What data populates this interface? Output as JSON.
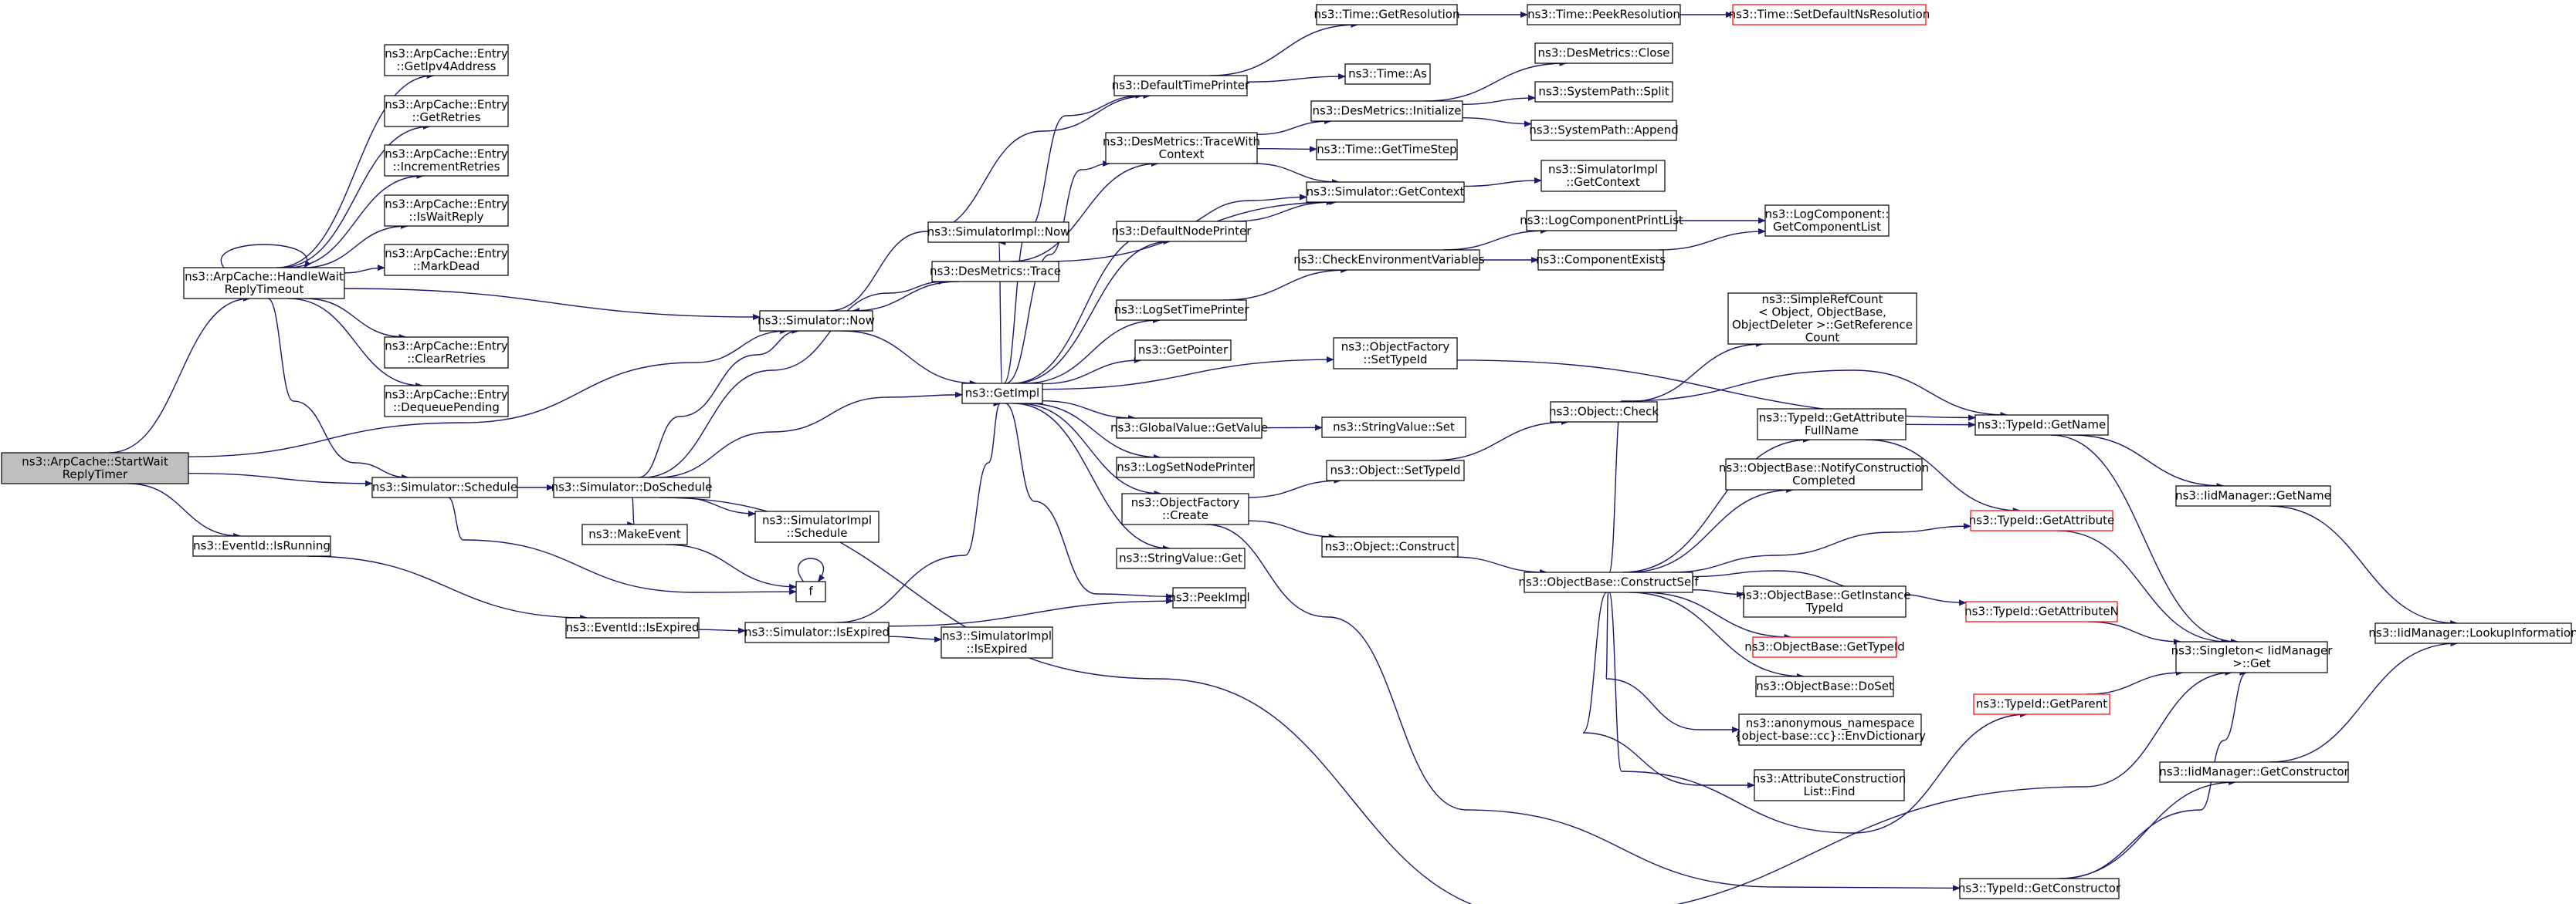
{
  "graph": {
    "colors": {
      "edge": "#191970",
      "node_border": "#000000",
      "node_fill": "#ffffff",
      "root_fill": "#bfbfbf",
      "external_border": "#ff0000"
    },
    "nodes": [
      {
        "id": "n0",
        "lines": [
          "ns3::ArpCache::StartWait",
          "ReplyTimer"
        ],
        "style": "root"
      },
      {
        "id": "n1",
        "lines": [
          "ns3::ArpCache::HandleWait",
          "ReplyTimeout"
        ]
      },
      {
        "id": "n2",
        "lines": [
          "ns3::ArpCache::Entry",
          "::GetIpv4Address"
        ]
      },
      {
        "id": "n3",
        "lines": [
          "ns3::ArpCache::Entry",
          "::GetRetries"
        ]
      },
      {
        "id": "n4",
        "lines": [
          "ns3::ArpCache::Entry",
          "::IncrementRetries"
        ]
      },
      {
        "id": "n5",
        "lines": [
          "ns3::ArpCache::Entry",
          "::IsWaitReply"
        ]
      },
      {
        "id": "n6",
        "lines": [
          "ns3::ArpCache::Entry",
          "::MarkDead"
        ]
      },
      {
        "id": "n7",
        "lines": [
          "ns3::ArpCache::Entry",
          "::ClearRetries"
        ]
      },
      {
        "id": "n8",
        "lines": [
          "ns3::ArpCache::Entry",
          "::DequeuePending"
        ]
      },
      {
        "id": "n9",
        "lines": [
          "ns3::Simulator::Now"
        ]
      },
      {
        "id": "n10",
        "lines": [
          "ns3::Simulator::Schedule"
        ]
      },
      {
        "id": "n11",
        "lines": [
          "ns3::EventId::IsRunning"
        ]
      },
      {
        "id": "n12",
        "lines": [
          "ns3::Simulator::DoSchedule"
        ]
      },
      {
        "id": "n13",
        "lines": [
          "ns3::MakeEvent"
        ]
      },
      {
        "id": "n14",
        "lines": [
          "f"
        ]
      },
      {
        "id": "n15",
        "lines": [
          "ns3::SimulatorImpl",
          "::Schedule"
        ]
      },
      {
        "id": "n16",
        "lines": [
          "ns3::EventId::IsExpired"
        ]
      },
      {
        "id": "n17",
        "lines": [
          "ns3::Simulator::IsExpired"
        ]
      },
      {
        "id": "n18",
        "lines": [
          "ns3::SimulatorImpl",
          "::IsExpired"
        ]
      },
      {
        "id": "n19",
        "lines": [
          "ns3::SimulatorImpl::Now"
        ]
      },
      {
        "id": "n20",
        "lines": [
          "ns3::DesMetrics::Trace"
        ]
      },
      {
        "id": "n21",
        "lines": [
          "ns3::GetImpl"
        ]
      },
      {
        "id": "n22",
        "lines": [
          "ns3::DefaultTimePrinter"
        ]
      },
      {
        "id": "n23",
        "lines": [
          "ns3::DesMetrics::TraceWith",
          "Context"
        ]
      },
      {
        "id": "n24",
        "lines": [
          "ns3::DefaultNodePrinter"
        ]
      },
      {
        "id": "n25",
        "lines": [
          "ns3::LogSetTimePrinter"
        ]
      },
      {
        "id": "n26",
        "lines": [
          "ns3::GetPointer"
        ]
      },
      {
        "id": "n27",
        "lines": [
          "ns3::GlobalValue::GetValue"
        ]
      },
      {
        "id": "n28",
        "lines": [
          "ns3::LogSetNodePrinter"
        ]
      },
      {
        "id": "n29",
        "lines": [
          "ns3::ObjectFactory",
          "::Create"
        ]
      },
      {
        "id": "n30",
        "lines": [
          "ns3::StringValue::Get"
        ]
      },
      {
        "id": "n31",
        "lines": [
          "ns3::PeekImpl"
        ]
      },
      {
        "id": "n32",
        "lines": [
          "ns3::Time::GetResolution"
        ]
      },
      {
        "id": "n33",
        "lines": [
          "ns3::Time::As"
        ]
      },
      {
        "id": "n34",
        "lines": [
          "ns3::DesMetrics::Initialize"
        ]
      },
      {
        "id": "n35",
        "lines": [
          "ns3::Time::GetTimeStep"
        ]
      },
      {
        "id": "n36",
        "lines": [
          "ns3::Simulator::GetContext"
        ]
      },
      {
        "id": "n37",
        "lines": [
          "ns3::CheckEnvironmentVariables"
        ]
      },
      {
        "id": "n38",
        "lines": [
          "ns3::ObjectFactory",
          "::SetTypeId"
        ]
      },
      {
        "id": "n39",
        "lines": [
          "ns3::StringValue::Set"
        ]
      },
      {
        "id": "n40",
        "lines": [
          "ns3::Object::SetTypeId"
        ]
      },
      {
        "id": "n41",
        "lines": [
          "ns3::Object::Construct"
        ]
      },
      {
        "id": "n42",
        "lines": [
          "ns3::Time::PeekResolution"
        ]
      },
      {
        "id": "n43",
        "lines": [
          "ns3::Time::SetDefaultNsResolution"
        ],
        "style": "external"
      },
      {
        "id": "n44",
        "lines": [
          "ns3::DesMetrics::Close"
        ]
      },
      {
        "id": "n45",
        "lines": [
          "ns3::SystemPath::Split"
        ]
      },
      {
        "id": "n46",
        "lines": [
          "ns3::SystemPath::Append"
        ]
      },
      {
        "id": "n47",
        "lines": [
          "ns3::SimulatorImpl",
          "::GetContext"
        ]
      },
      {
        "id": "n48",
        "lines": [
          "ns3::LogComponentPrintList"
        ]
      },
      {
        "id": "n49",
        "lines": [
          "ns3::ComponentExists"
        ]
      },
      {
        "id": "n50",
        "lines": [
          "ns3::LogComponent::",
          "GetComponentList"
        ]
      },
      {
        "id": "n51",
        "lines": [
          "ns3::SimpleRefCount",
          "< Object, ObjectBase,",
          "ObjectDeleter >::GetReference",
          "Count"
        ]
      },
      {
        "id": "n52",
        "lines": [
          "ns3::Object::Check"
        ]
      },
      {
        "id": "n53",
        "lines": [
          "ns3::ObjectBase::ConstructSelf"
        ]
      },
      {
        "id": "n54",
        "lines": [
          "ns3::TypeId::GetAttribute",
          "FullName"
        ]
      },
      {
        "id": "n55",
        "lines": [
          "ns3::ObjectBase::NotifyConstruction",
          "Completed"
        ]
      },
      {
        "id": "n56",
        "lines": [
          "ns3::ObjectBase::GetInstance",
          "TypeId"
        ]
      },
      {
        "id": "n57",
        "lines": [
          "ns3::ObjectBase::GetTypeId"
        ],
        "style": "external"
      },
      {
        "id": "n58",
        "lines": [
          "ns3::ObjectBase::DoSet"
        ]
      },
      {
        "id": "n59",
        "lines": [
          "ns3::anonymous_namespace",
          "{object-base::cc}::EnvDictionary"
        ]
      },
      {
        "id": "n60",
        "lines": [
          "ns3::AttributeConstruction",
          "List::Find"
        ]
      },
      {
        "id": "n61",
        "lines": [
          "ns3::TypeId::GetName"
        ]
      },
      {
        "id": "n62",
        "lines": [
          "ns3::TypeId::GetAttribute"
        ],
        "style": "external"
      },
      {
        "id": "n63",
        "lines": [
          "ns3::TypeId::GetAttributeN"
        ],
        "style": "external"
      },
      {
        "id": "n64",
        "lines": [
          "ns3::TypeId::GetParent"
        ],
        "style": "external"
      },
      {
        "id": "n65",
        "lines": [
          "ns3::TypeId::GetConstructor"
        ]
      },
      {
        "id": "n66",
        "lines": [
          "ns3::IidManager::GetName"
        ]
      },
      {
        "id": "n67",
        "lines": [
          "ns3::Singleton< IidManager",
          ">::Get"
        ]
      },
      {
        "id": "n68",
        "lines": [
          "ns3::IidManager::GetConstructor"
        ]
      },
      {
        "id": "n69",
        "lines": [
          "ns3::IidManager::LookupInformation"
        ]
      }
    ],
    "edges": [
      [
        "n0",
        "n1"
      ],
      [
        "n0",
        "n9"
      ],
      [
        "n0",
        "n10"
      ],
      [
        "n0",
        "n11"
      ],
      [
        "n1",
        "n1"
      ],
      [
        "n1",
        "n2"
      ],
      [
        "n1",
        "n3"
      ],
      [
        "n1",
        "n4"
      ],
      [
        "n1",
        "n5"
      ],
      [
        "n1",
        "n6"
      ],
      [
        "n1",
        "n7"
      ],
      [
        "n1",
        "n8"
      ],
      [
        "n1",
        "n9"
      ],
      [
        "n1",
        "n10"
      ],
      [
        "n9",
        "n21"
      ],
      [
        "n9",
        "n22"
      ],
      [
        "n10",
        "n12"
      ],
      [
        "n10",
        "n14"
      ],
      [
        "n11",
        "n16"
      ],
      [
        "n12",
        "n9"
      ],
      [
        "n12",
        "n13"
      ],
      [
        "n12",
        "n15"
      ],
      [
        "n12",
        "n20"
      ],
      [
        "n12",
        "n21"
      ],
      [
        "n12",
        "n67"
      ],
      [
        "n13",
        "n14"
      ],
      [
        "n14",
        "n14"
      ],
      [
        "n16",
        "n17"
      ],
      [
        "n17",
        "n18"
      ],
      [
        "n17",
        "n21"
      ],
      [
        "n17",
        "n31"
      ],
      [
        "n20",
        "n9"
      ],
      [
        "n20",
        "n23"
      ],
      [
        "n20",
        "n36"
      ],
      [
        "n21",
        "n19"
      ],
      [
        "n21",
        "n22"
      ],
      [
        "n21",
        "n23"
      ],
      [
        "n21",
        "n24"
      ],
      [
        "n21",
        "n25"
      ],
      [
        "n21",
        "n26"
      ],
      [
        "n21",
        "n27"
      ],
      [
        "n21",
        "n28"
      ],
      [
        "n21",
        "n29"
      ],
      [
        "n21",
        "n30"
      ],
      [
        "n21",
        "n31"
      ],
      [
        "n21",
        "n36"
      ],
      [
        "n21",
        "n38"
      ],
      [
        "n22",
        "n32"
      ],
      [
        "n22",
        "n33"
      ],
      [
        "n23",
        "n34"
      ],
      [
        "n23",
        "n35"
      ],
      [
        "n23",
        "n36"
      ],
      [
        "n24",
        "n36"
      ],
      [
        "n25",
        "n37"
      ],
      [
        "n27",
        "n39"
      ],
      [
        "n29",
        "n40"
      ],
      [
        "n29",
        "n41"
      ],
      [
        "n29",
        "n65"
      ],
      [
        "n32",
        "n42"
      ],
      [
        "n42",
        "n43"
      ],
      [
        "n34",
        "n44"
      ],
      [
        "n34",
        "n45"
      ],
      [
        "n34",
        "n46"
      ],
      [
        "n36",
        "n47"
      ],
      [
        "n37",
        "n48"
      ],
      [
        "n37",
        "n49"
      ],
      [
        "n48",
        "n50"
      ],
      [
        "n49",
        "n50"
      ],
      [
        "n38",
        "n61"
      ],
      [
        "n40",
        "n52"
      ],
      [
        "n52",
        "n51"
      ],
      [
        "n41",
        "n53"
      ],
      [
        "n53",
        "n54"
      ],
      [
        "n53",
        "n55"
      ],
      [
        "n53",
        "n56"
      ],
      [
        "n53",
        "n57"
      ],
      [
        "n53",
        "n58"
      ],
      [
        "n53",
        "n59"
      ],
      [
        "n53",
        "n60"
      ],
      [
        "n53",
        "n61"
      ],
      [
        "n53",
        "n62"
      ],
      [
        "n53",
        "n63"
      ],
      [
        "n53",
        "n64"
      ],
      [
        "n54",
        "n61"
      ],
      [
        "n54",
        "n62"
      ],
      [
        "n61",
        "n66"
      ],
      [
        "n61",
        "n67"
      ],
      [
        "n62",
        "n67"
      ],
      [
        "n63",
        "n67"
      ],
      [
        "n64",
        "n67"
      ],
      [
        "n65",
        "n67"
      ],
      [
        "n65",
        "n68"
      ],
      [
        "n66",
        "n69"
      ],
      [
        "n68",
        "n69"
      ]
    ]
  }
}
